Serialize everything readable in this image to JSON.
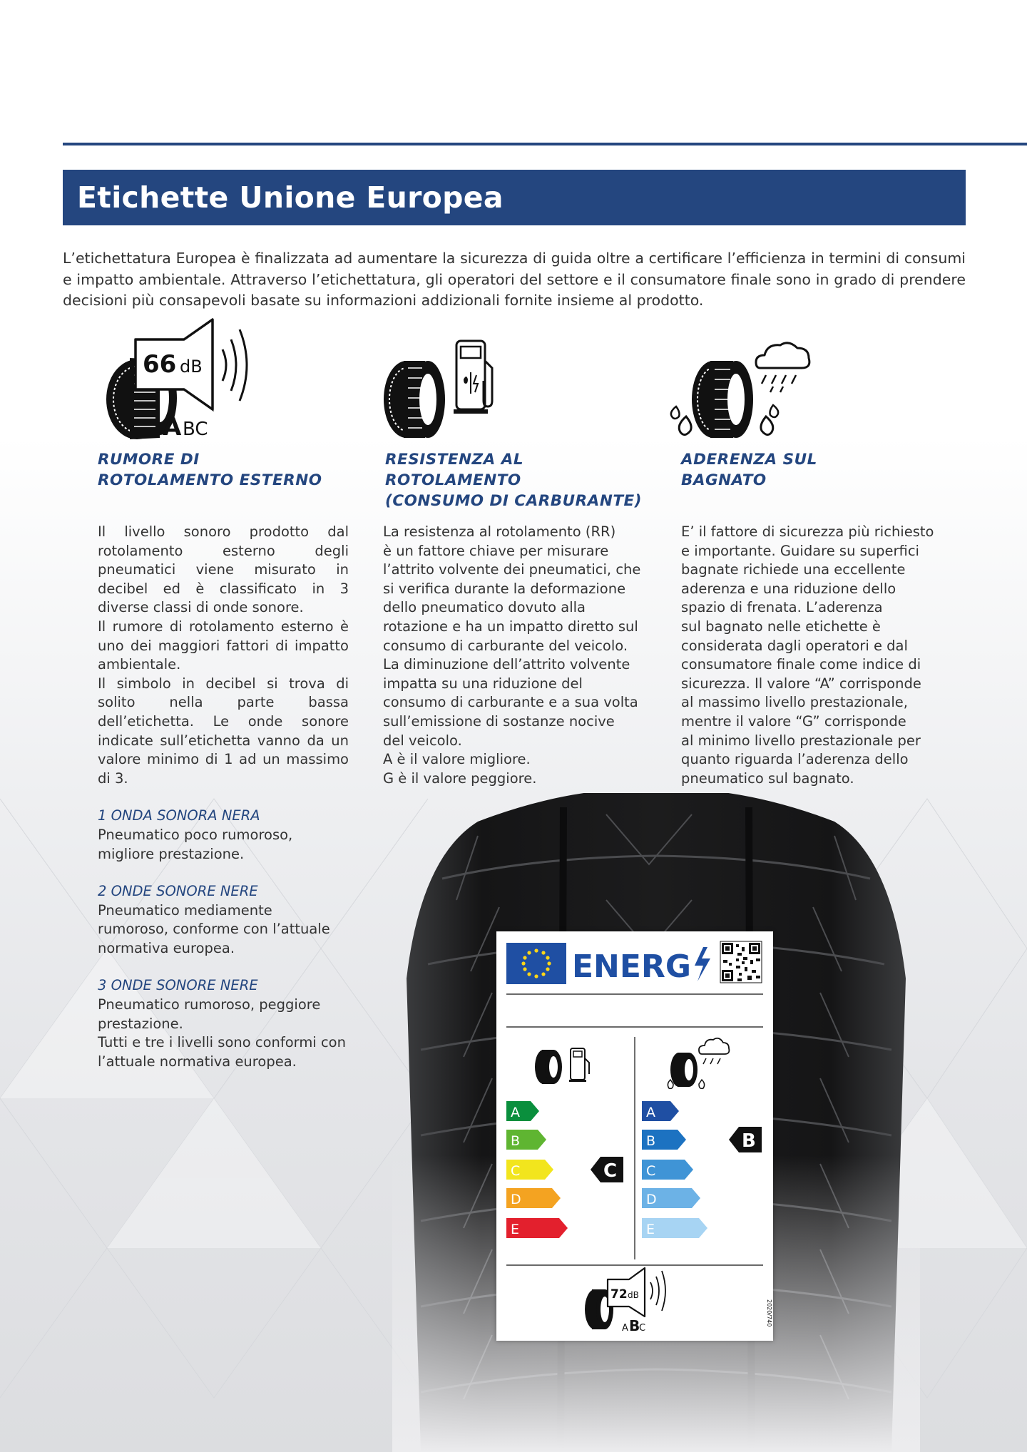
{
  "header": {
    "title": "Etichette Unione Europea"
  },
  "intro": "L’etichettatura Europea è finalizzata ad aumentare la sicurezza di guida oltre a certificare l’efficienza in termini di consumi e impatto ambientale. Attraverso l’etichettatura, gli operatori del settore e il consumatore finale sono in grado di prendere decisioni più consapevoli basate su informazioni addizionali fornite insieme al prodotto.",
  "noise": {
    "icon": "tyre-noise-icon",
    "icon_db": "66",
    "icon_unit": "dB",
    "icon_class_big": "A",
    "icon_class_small": "BC",
    "heading": [
      "RUMORE DI",
      "ROTOLAMENTO ESTERNO"
    ],
    "paragraphs": [
      "Il livello sonoro prodotto dal rotolamento esterno degli pneumatici viene misurato in decibel ed è classificato in 3 diverse classi di onde sonore.",
      "Il rumore di rotolamento esterno è uno dei maggiori fattori di impatto ambientale.",
      "Il simbolo in decibel si trova di solito nella parte bassa dell’etichetta. Le onde sonore indicate sull’etichetta vanno da un valore minimo di 1 ad un massimo di 3."
    ],
    "levels": [
      {
        "title": "1 ONDA SONORA NERA",
        "text": [
          "Pneumatico poco rumoroso,",
          "migliore prestazione."
        ]
      },
      {
        "title": "2 ONDE SONORE NERE",
        "text": [
          "Pneumatico mediamente",
          "rumoroso, conforme con l’attuale",
          "normativa europea."
        ]
      },
      {
        "title": "3 ONDE SONORE NERE",
        "text": [
          "Pneumatico rumoroso, peggiore",
          "prestazione.",
          "Tutti e tre i livelli sono conformi con",
          "l’attuale normativa europea."
        ]
      }
    ]
  },
  "fuel": {
    "icon": "tyre-fuel-pump-icon",
    "heading": [
      "RESISTENZA AL",
      "ROTOLAMENTO",
      "(CONSUMO DI CARBURANTE)"
    ],
    "lines": [
      "La resistenza al rotolamento (RR)",
      "è un fattore chiave per misurare",
      "l’attrito volvente dei pneumatici, che",
      "si verifica durante la deformazione",
      "dello pneumatico dovuto alla",
      "rotazione e ha un impatto diretto sul",
      "consumo di carburante del veicolo.",
      "La diminuzione dell’attrito volvente",
      "impatta su una riduzione del",
      "consumo di carburante e a sua volta",
      "sull’emissione di sostanze nocive",
      "del veicolo.",
      "A è il valore migliore.",
      "G è il valore peggiore."
    ]
  },
  "wet": {
    "icon": "tyre-rain-cloud-icon",
    "heading": [
      "ADERENZA SUL",
      "BAGNATO"
    ],
    "lines": [
      "E’ il fattore di sicurezza più richiesto",
      "e importante. Guidare su superfici",
      "bagnate richiede una eccellente",
      "aderenza e una riduzione dello",
      "spazio di frenata. L’aderenza",
      "sul bagnato nelle etichette è",
      "considerata dagli operatori e dal",
      "consumatore finale come indice di",
      "sicurezza. Il valore “A” corrisponde",
      "al massimo livello prestazionale,",
      "mentre il valore “G” corrisponde",
      "al minimo livello prestazionale per",
      "quanto riguarda l’aderenza dello",
      "pneumatico sul bagnato."
    ]
  },
  "energy_label": {
    "title": "ENERG",
    "fuel_classes": [
      {
        "letter": "A",
        "color": "#0a8f3d"
      },
      {
        "letter": "B",
        "color": "#5fb531"
      },
      {
        "letter": "C",
        "color": "#f2e51d"
      },
      {
        "letter": "D",
        "color": "#f4a321"
      },
      {
        "letter": "E",
        "color": "#e3202d"
      }
    ],
    "fuel_rating": "C",
    "wet_classes": [
      {
        "letter": "A",
        "color": "#1f4fa3"
      },
      {
        "letter": "B",
        "color": "#1c72c1"
      },
      {
        "letter": "C",
        "color": "#3f94d6"
      },
      {
        "letter": "D",
        "color": "#6cb2e6"
      },
      {
        "letter": "E",
        "color": "#a7d4f3"
      }
    ],
    "wet_rating": "B",
    "noise_db": "72",
    "noise_unit": "dB",
    "noise_class_a": "A",
    "noise_class_b": "B",
    "noise_class_c": "C",
    "regulation": "2020/740"
  },
  "colors": {
    "brand_blue": "#24467f"
  }
}
